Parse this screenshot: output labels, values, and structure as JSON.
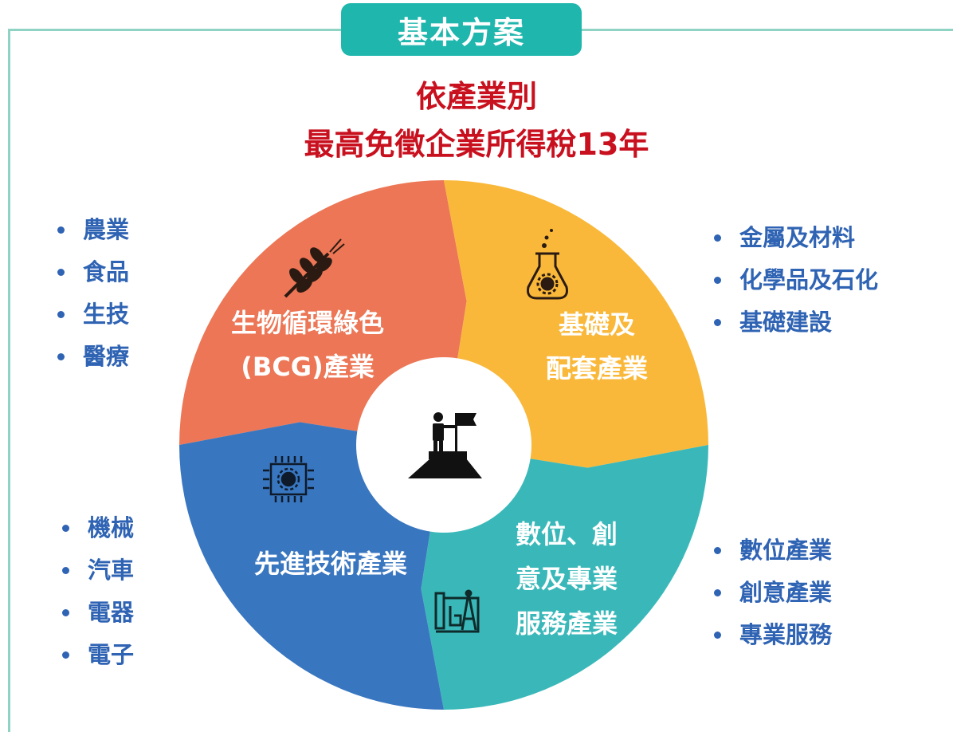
{
  "header": {
    "title": "基本方案"
  },
  "headline": {
    "line1": "依產業別",
    "line2": "最高免徵企業所得稅13年"
  },
  "colors": {
    "accent": "#1fb6ad",
    "frame": "#8fd3c4",
    "headline": "#c8101e",
    "bullets": "#2f63b3",
    "bcg": "#ec7655",
    "basic": "#f9b83a",
    "digital": "#3ab8b9",
    "advanced": "#3976c0"
  },
  "segments": {
    "bcg": {
      "lines": [
        "生物循環綠色",
        "(BCG)產業"
      ],
      "icon": "wheat-icon"
    },
    "basic": {
      "lines": [
        "基礎及",
        "配套產業"
      ],
      "icon": "flask-gear-icon"
    },
    "digital": {
      "lines": [
        "數位、創",
        "意及專業",
        "服務產業"
      ],
      "icon": "blueprint-compass-icon"
    },
    "advanced": {
      "lines": [
        "先進技術產業"
      ],
      "icon": "chip-gear-icon"
    },
    "center": {
      "icon": "person-flag-summit-icon"
    }
  },
  "lists": {
    "bcg": [
      "農業",
      "食品",
      "生技",
      "醫療"
    ],
    "basic": [
      "金屬及材料",
      "化學品及石化",
      "基礎建設"
    ],
    "advanced": [
      "機械",
      "汽車",
      "電器",
      "電子"
    ],
    "digital": [
      "數位產業",
      "創意產業",
      "專業服務"
    ]
  }
}
